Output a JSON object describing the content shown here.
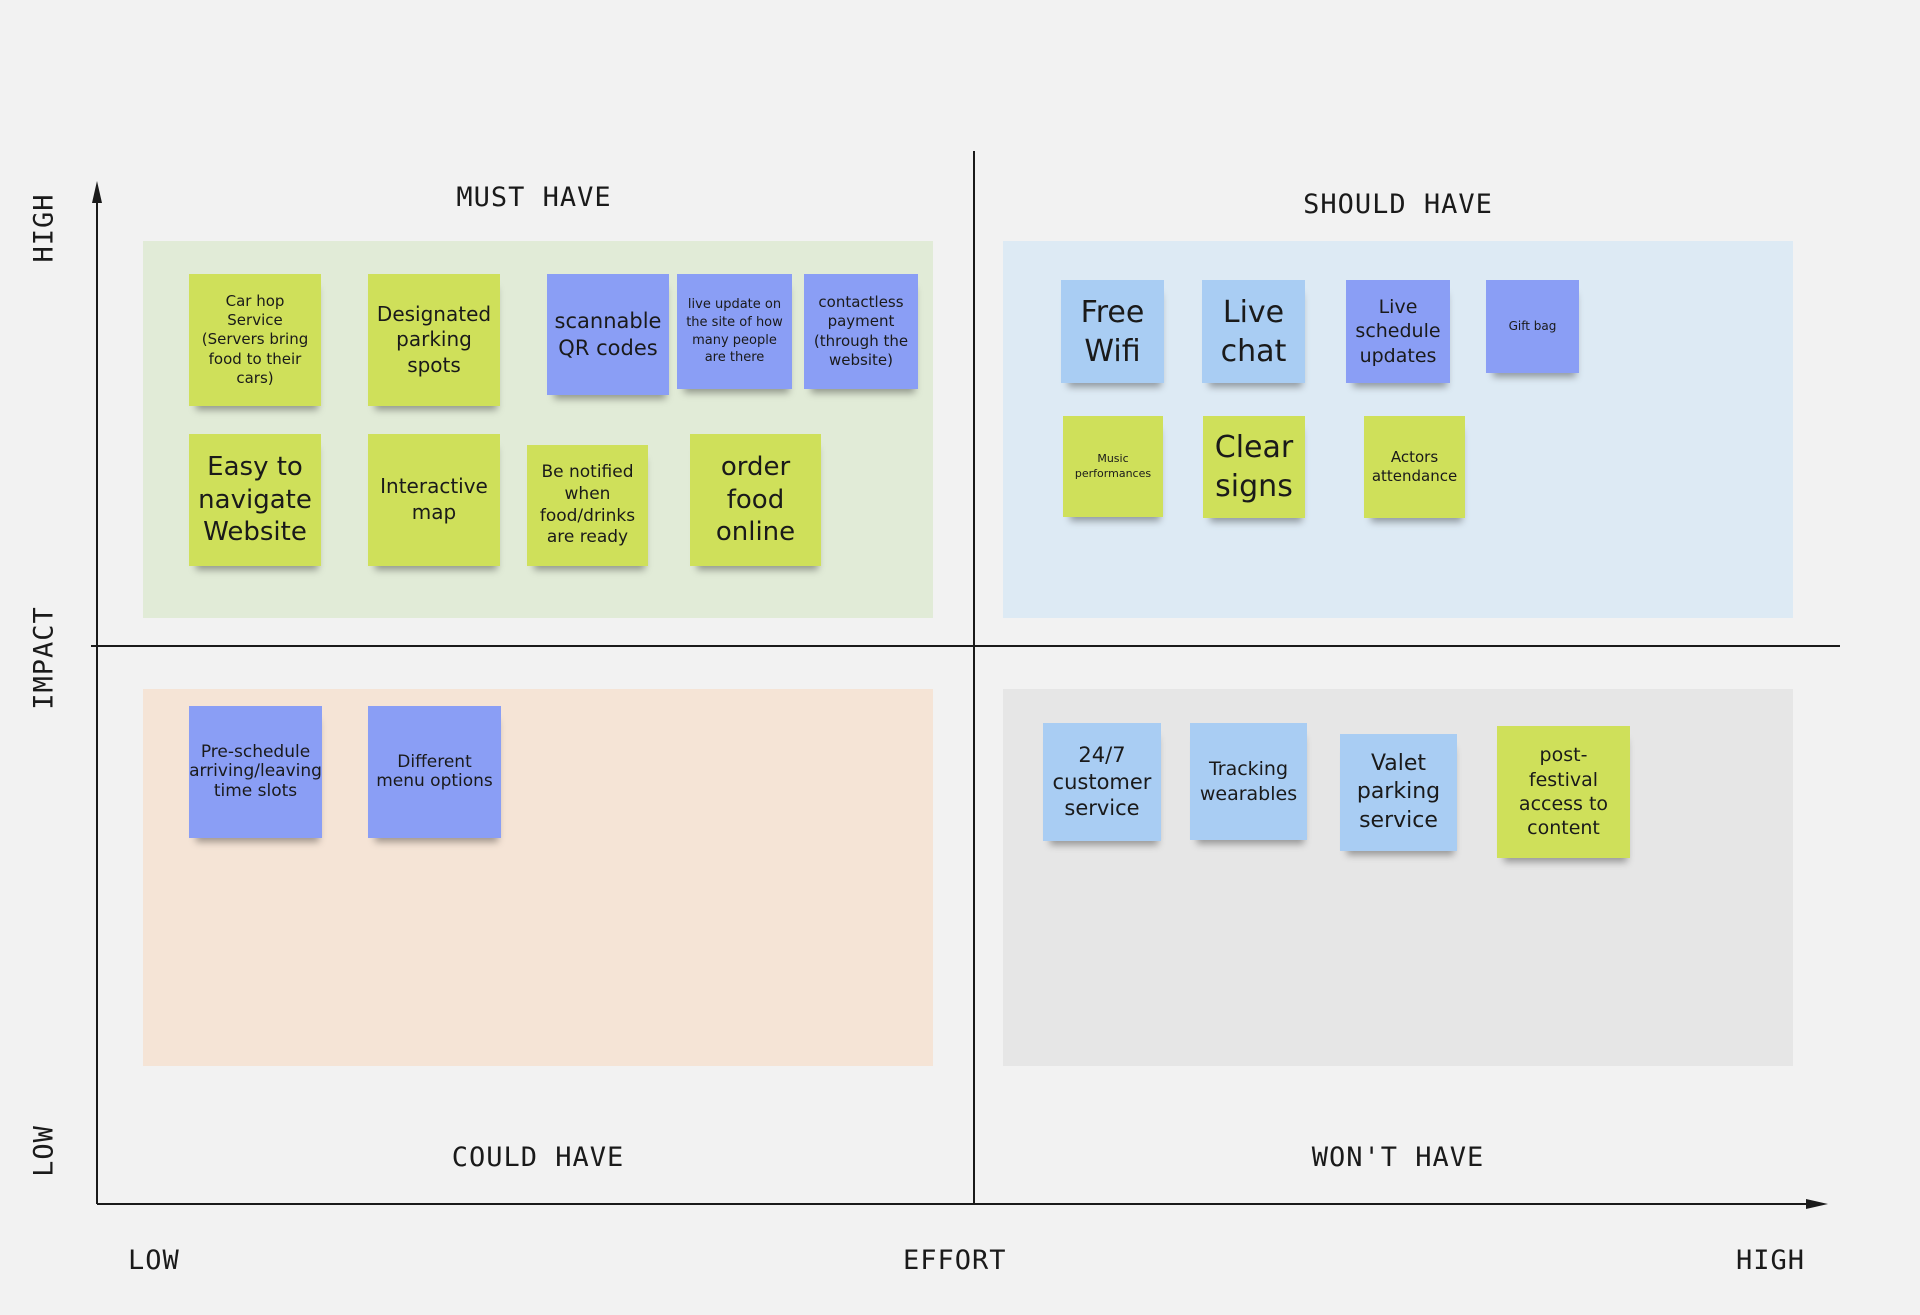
{
  "colors": {
    "background": "#f2f2f2",
    "must_bg": "#e1ebd7",
    "should_bg": "#ddeaf4",
    "could_bg": "#f5e4d6",
    "wont_bg": "#e6e6e6",
    "sticky_green": "#cfe05a",
    "sticky_violet": "#8a9ef5",
    "sticky_blue": "#a9cdf3"
  },
  "quadrants": {
    "must": "MUST HAVE",
    "should": "SHOULD HAVE",
    "could": "COULD HAVE",
    "wont": "WON'T HAVE"
  },
  "axes": {
    "y_label": "IMPACT",
    "y_high": "HIGH",
    "y_low": "LOW",
    "x_label": "EFFORT",
    "x_low": "LOW",
    "x_high": "HIGH"
  },
  "notes": {
    "car_hop": "Car hop Service (Servers bring food to their cars)",
    "designated_parking": "Designated parking spots",
    "qr_codes": "scannable QR codes",
    "live_update_site": "live update on the site of how many people are there",
    "contactless_payment": "contactless payment (through the website)",
    "easy_navigate": "Easy to navigate Website",
    "interactive_map": "Interactive map",
    "notified_food": "Be notified when food/drinks are ready",
    "order_food": "order food online",
    "free_wifi": "Free Wifi",
    "live_chat": "Live chat",
    "live_schedule": "Live schedule updates",
    "gift_bag": "Gift bag",
    "music_performances": "Music performances",
    "clear_signs": "Clear signs",
    "actors_attendance": "Actors attendance",
    "pre_schedule": "Pre-schedule arriving/leaving time slots",
    "menu_options": "Different menu options",
    "customer_service": "24/7 customer service",
    "tracking_wearables": "Tracking wearables",
    "valet_parking": "Valet parking service",
    "post_festival": "post-festival access to content"
  }
}
